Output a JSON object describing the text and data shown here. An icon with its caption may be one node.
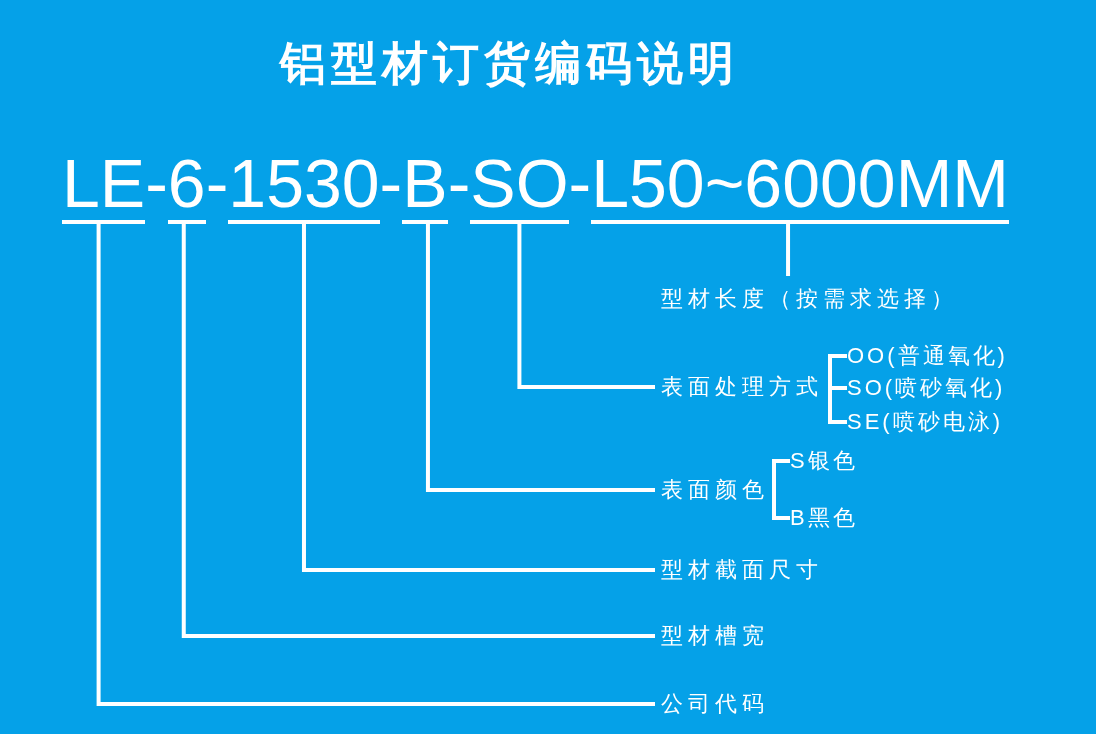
{
  "diagram": {
    "title": "铝型材订货编码说明",
    "nodes": [
      {
        "text": [
          "LE"
        ]
      },
      {
        "text": [
          "6"
        ]
      },
      {
        "text": [
          "1530"
        ]
      },
      {
        "text": [
          "B"
        ]
      },
      {
        "text": [
          "SO"
        ]
      },
      {
        "text": [
          "L50~6000MM"
        ]
      },
      {
        "text": [
          "型材长度（按需求选择）"
        ]
      },
      {
        "text": [
          "表面处理方式"
        ]
      },
      {
        "text": [
          "OO(普通氧化)"
        ]
      },
      {
        "text": [
          "SO(喷砂氧化)"
        ]
      },
      {
        "text": [
          "SE(喷砂电泳)"
        ]
      },
      {
        "text": [
          "表面颜色"
        ]
      },
      {
        "text": [
          "S银色"
        ]
      },
      {
        "text": [
          "B黑色"
        ]
      },
      {
        "text": [
          "型材截面尺寸"
        ]
      },
      {
        "text": [
          "型材槽宽"
        ]
      },
      {
        "text": [
          "公司代码"
        ]
      }
    ],
    "edges": [
      {
        "from": 5,
        "to": 6,
        "arrow": "none"
      },
      {
        "from": 4,
        "to": 7,
        "arrow": "none"
      },
      {
        "from": 7,
        "to": 8,
        "arrow": "none"
      },
      {
        "from": 7,
        "to": 9,
        "arrow": "none"
      },
      {
        "from": 7,
        "to": 10,
        "arrow": "none"
      },
      {
        "from": 3,
        "to": 11,
        "arrow": "none"
      },
      {
        "from": 11,
        "to": 12,
        "arrow": "none"
      },
      {
        "from": 11,
        "to": 13,
        "arrow": "none"
      },
      {
        "from": 2,
        "to": 14,
        "arrow": "none"
      },
      {
        "from": 1,
        "to": 15,
        "arrow": "none"
      },
      {
        "from": 0,
        "to": 16,
        "arrow": "none"
      }
    ],
    "labels": [
      "-",
      "-",
      "-",
      "-",
      "-"
    ]
  }
}
